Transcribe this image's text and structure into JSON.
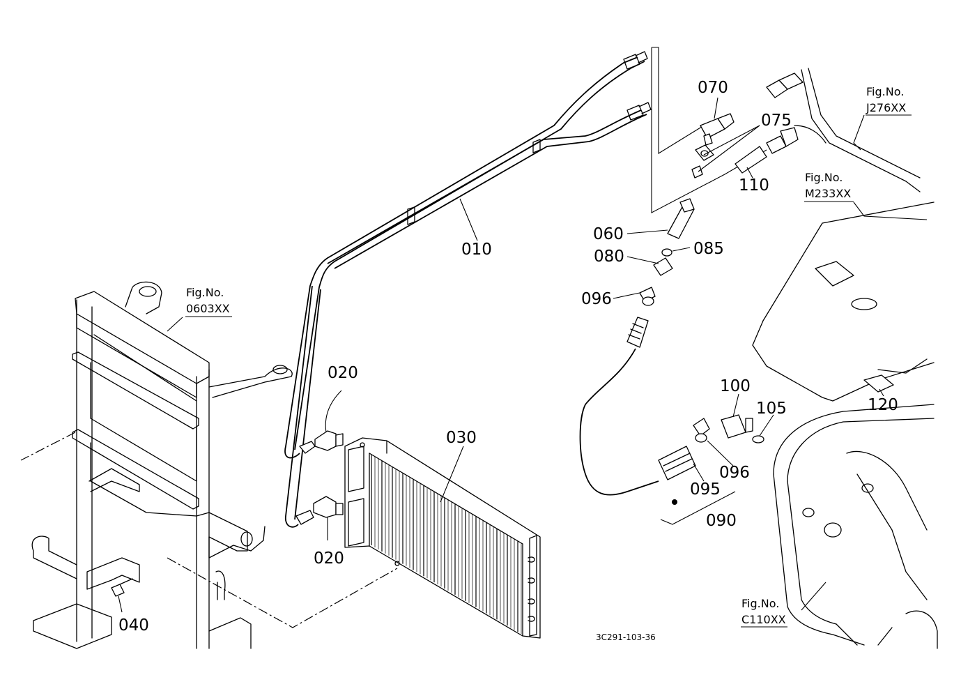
{
  "parts": {
    "p010": "010",
    "p020a": "020",
    "p020b": "020",
    "p030": "030",
    "p040": "040",
    "p060": "060",
    "p070": "070",
    "p075": "075",
    "p080": "080",
    "p085": "085",
    "p090": "090",
    "p095": "095",
    "p096a": "096",
    "p096b": "096",
    "p100": "100",
    "p105": "105",
    "p110": "110",
    "p120": "120"
  },
  "figure_refs": {
    "j276": {
      "prefix": "Fig.No.",
      "code": "J276XX"
    },
    "m233": {
      "prefix": "Fig.No.",
      "code": "M233XX"
    },
    "f0603": {
      "prefix": "Fig.No.",
      "code": "0603XX"
    },
    "c110": {
      "prefix": "Fig.No.",
      "code": "C110XX"
    }
  },
  "drawing_code": "3C291-103-36",
  "colors": {
    "line": "#000000",
    "background": "#ffffff"
  }
}
